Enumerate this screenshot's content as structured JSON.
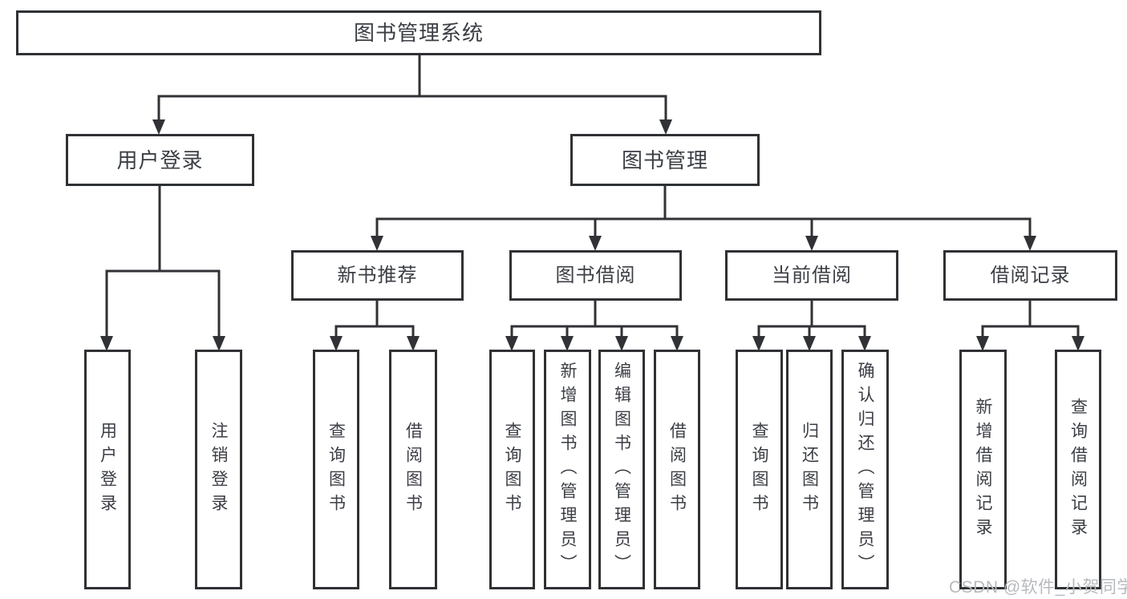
{
  "diagram": {
    "root": "图书管理系统",
    "branches": {
      "user_login": "用户登录",
      "book_management": "图书管理"
    },
    "modules": {
      "new_book_recommend": "新书推荐",
      "book_borrowing": "图书借阅",
      "current_borrowing": "当前借阅",
      "borrowing_records": "借阅记录"
    },
    "functions": {
      "user_login": [
        "用户登录",
        "注销登录"
      ],
      "new_book_recommend": [
        "查询图书",
        "借阅图书"
      ],
      "book_borrowing": [
        "查询图书",
        "新增图书（管理员）",
        "编辑图书（管理员）",
        "借阅图书"
      ],
      "current_borrowing": [
        "查询图书",
        "归还图书",
        "确认归还（管理员）"
      ],
      "borrowing_records": [
        "新增借阅记录",
        "查询借阅记录"
      ]
    }
  },
  "watermark": "CSDN @软件_小贺同学",
  "colors": {
    "line": "#303236",
    "text": "#3b3e44",
    "watermark": "#b7babd",
    "background": "#ffffff"
  }
}
